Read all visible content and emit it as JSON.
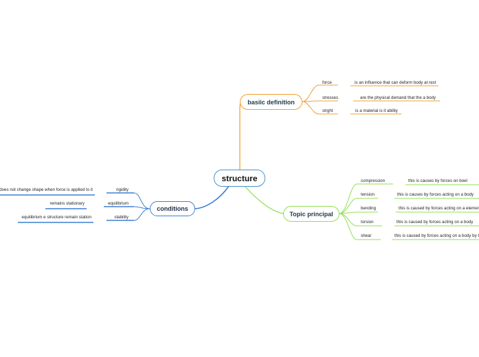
{
  "root": "structure",
  "basic_definition": {
    "title": "basiic definition",
    "items": [
      {
        "term": "force",
        "desc": "is an influence that can deform body at rest"
      },
      {
        "term": "stresses",
        "desc": "are the physical demand that the a body"
      },
      {
        "term": "strght",
        "desc": "is a material is it ability"
      }
    ]
  },
  "conditions": {
    "title": "conditions",
    "items": [
      {
        "term": "rigidity",
        "desc": "does not change shape when force is applied to it"
      },
      {
        "term": "equilibrium",
        "desc": "remains stationary"
      },
      {
        "term": "stability",
        "desc": "equilibrium e structure remain station"
      }
    ]
  },
  "topic_principal": {
    "title": "Topic principal",
    "items": [
      {
        "term": "compression",
        "desc": "this is causes by forces on boel"
      },
      {
        "term": "tension",
        "desc": "this is causes by forces acting on a body"
      },
      {
        "term": "bending",
        "desc": "this is caused by forces acting on a element"
      },
      {
        "term": "torsion",
        "desc": "this is caused by forces acting on a body"
      },
      {
        "term": "shear",
        "desc": "this is caused by forces acting on a body by t"
      }
    ]
  },
  "colors": {
    "root": "#4a90c9",
    "basic": "#f0a030",
    "conditions": "#3c7fd4",
    "topic": "#90e050"
  }
}
